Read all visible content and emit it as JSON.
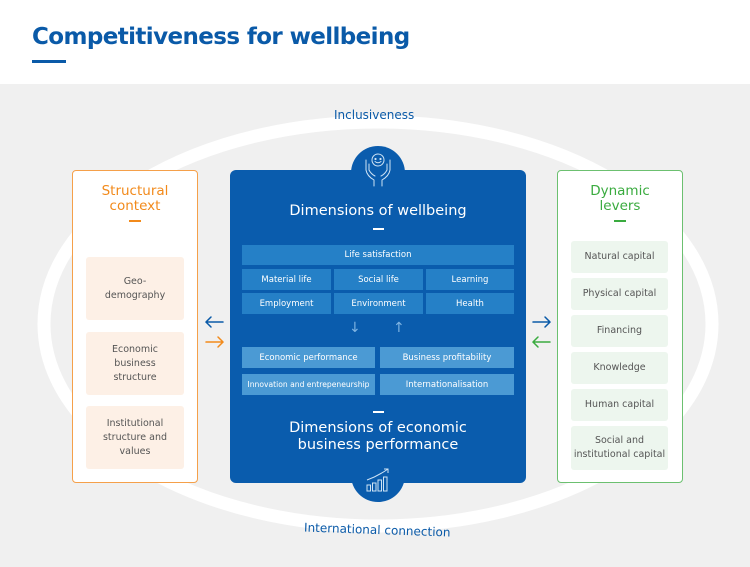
{
  "header": {
    "title": "Competitiveness for wellbeing"
  },
  "ring": {
    "top_label": "Inclusiveness",
    "bottom_label": "International connection"
  },
  "structural_context": {
    "title_line1": "Structural",
    "title_line2": "context",
    "items": [
      {
        "line1": "Geo-",
        "line2": "demography",
        "line3": ""
      },
      {
        "line1": "Economic",
        "line2": "business",
        "line3": "structure"
      },
      {
        "line1": "Institutional",
        "line2": "structure and",
        "line3": "values"
      }
    ]
  },
  "dynamic_levers": {
    "title_line1": "Dynamic",
    "title_line2": "levers",
    "items": [
      {
        "line1": "Natural capital",
        "line2": ""
      },
      {
        "line1": "Physical capital",
        "line2": ""
      },
      {
        "line1": "Financing",
        "line2": ""
      },
      {
        "line1": "Knowledge",
        "line2": ""
      },
      {
        "line1": "Human capital",
        "line2": ""
      },
      {
        "line1": "Social and",
        "line2": "institutional capital"
      }
    ]
  },
  "wellbeing": {
    "title": "Dimensions of wellbeing",
    "icon": "hands-holding-smiley-icon",
    "top_row": "Life satisfaction",
    "row2": [
      "Material life",
      "Social life",
      "Learning"
    ],
    "row3": [
      "Employment",
      "Environment",
      "Health"
    ]
  },
  "flow": {
    "down_arrow": "↓",
    "up_arrow": "↑"
  },
  "economic": {
    "title_line1": "Dimensions of economic",
    "title_line2": "business performance",
    "icon": "rising-bar-chart-icon",
    "row1": [
      "Economic performance",
      "Business profitability"
    ],
    "row2": [
      "Innovation and entrepeneurship",
      "Internationalisation"
    ]
  },
  "colors": {
    "brand_blue": "#0a5cad",
    "structural_orange": "#f28a1b",
    "dynamic_green": "#3aab3f",
    "background_gray": "#f0f0f0"
  }
}
